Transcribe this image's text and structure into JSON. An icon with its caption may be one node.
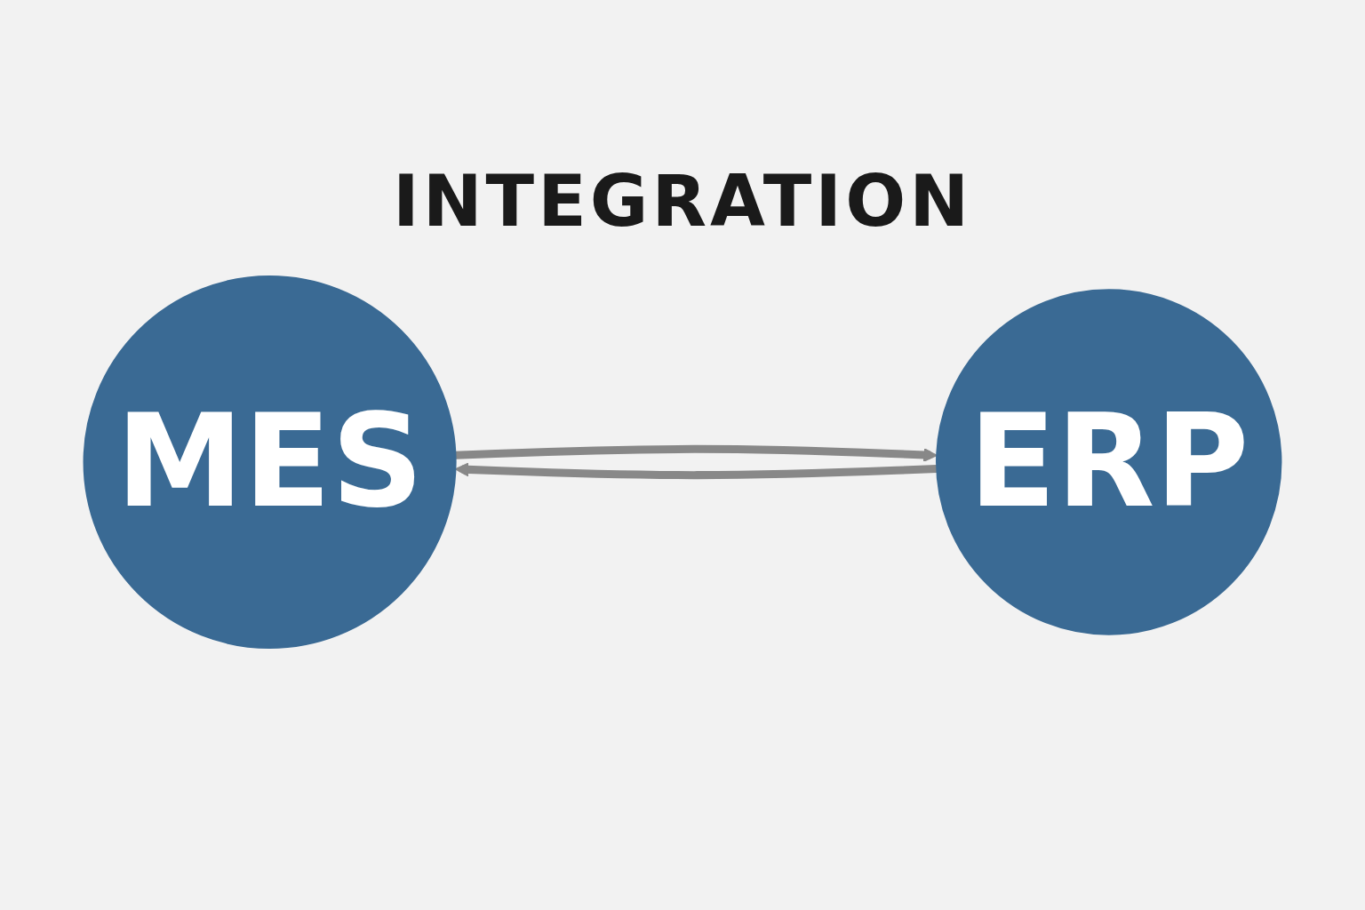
{
  "diagram": {
    "title": "INTEGRATION",
    "nodes": [
      {
        "text": [
          "MES"
        ]
      },
      {
        "text": [
          "ERP"
        ]
      }
    ],
    "edges": [
      {
        "from": 0,
        "to": 1,
        "arrow": "to"
      },
      {
        "from": 1,
        "to": 0,
        "arrow": "to"
      }
    ]
  }
}
